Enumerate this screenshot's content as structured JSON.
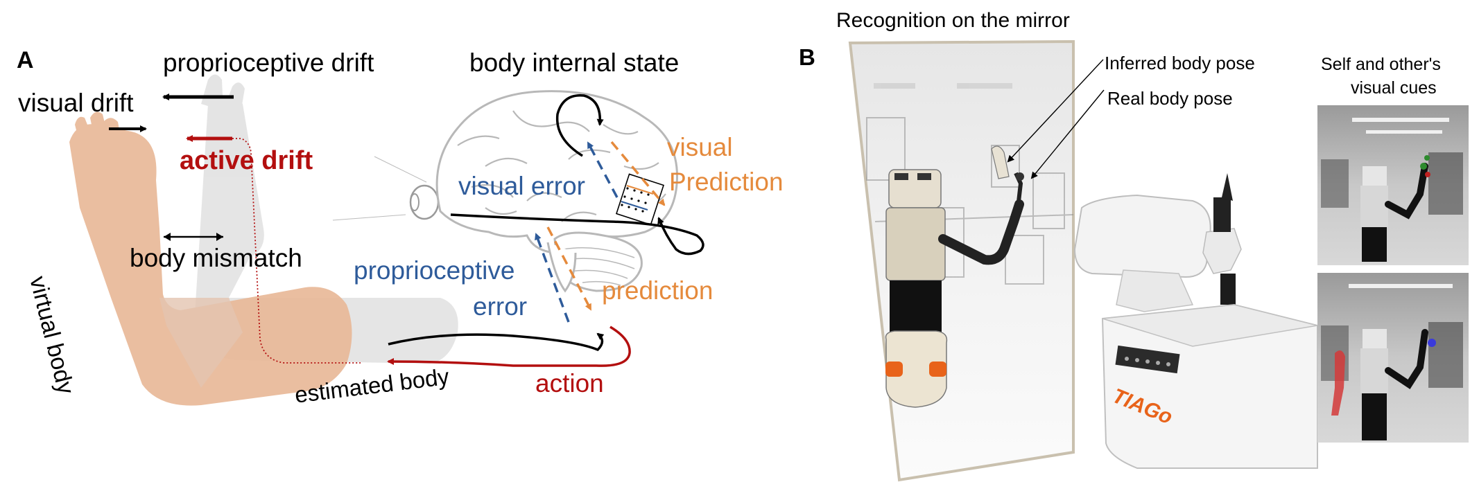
{
  "panel_a": {
    "label": "A",
    "proprioceptive_drift": "proprioceptive drift",
    "body_internal_state": "body internal state",
    "visual_drift": "visual drift",
    "active_drift": "active drift",
    "visual": "visual",
    "prediction_upper": "Prediction",
    "visual_error": "visual error",
    "body_mismatch": "body mismatch",
    "proprioceptive": "proprioceptive",
    "error": "error",
    "prediction": "prediction",
    "virtual_body": "virtual body",
    "estimated_body": "estimated body",
    "action": "action"
  },
  "panel_b": {
    "label": "B",
    "title": "Recognition on the mirror",
    "inferred_body_pose": "Inferred body pose",
    "real_body_pose": "Real body pose",
    "cues_line1": "Self and other's",
    "cues_line2": "visual cues",
    "robot_brand": "TIAGo"
  },
  "colors": {
    "red": "#b30f0f",
    "blue": "#2e5b9a",
    "orange": "#e58a3c",
    "skin": "#e8b796",
    "robot_white": "#f1f1f1",
    "robot_orange": "#e8631a"
  },
  "icons": [
    "eye-icon",
    "brain-icon",
    "arm-icon",
    "robot-icon",
    "mirror-icon"
  ]
}
